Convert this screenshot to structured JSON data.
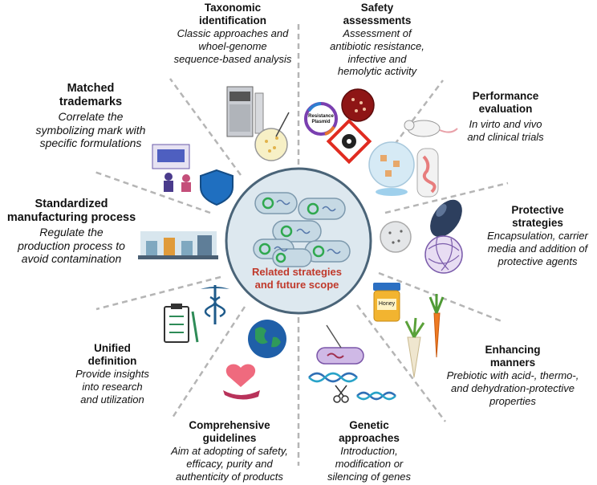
{
  "center": {
    "line1": "Related strategies",
    "line2": "and future scope"
  },
  "labels": {
    "resistance_plasmid": [
      "Resistance",
      "Plasmid"
    ],
    "honey": "Honey"
  },
  "items": [
    {
      "id": "taxonomic",
      "title": [
        "Taxonomic",
        "identification"
      ],
      "desc": [
        "Classic approaches and",
        "whoel-genome",
        "sequence-based analysis"
      ]
    },
    {
      "id": "safety",
      "title": [
        "Safety",
        "assessments"
      ],
      "desc": [
        "Assessment of",
        "antibiotic resistance,",
        "infective and",
        "hemolytic activity"
      ]
    },
    {
      "id": "performance",
      "title": [
        "Performance",
        "evaluation"
      ],
      "desc": [
        "In virto and vivo",
        "and clinical trials"
      ]
    },
    {
      "id": "protective",
      "title": [
        "Protective",
        "strategies"
      ],
      "desc": [
        "Encapsulation, carrier",
        "media and addition of",
        "protective agents"
      ]
    },
    {
      "id": "enhancing",
      "title": [
        "Enhancing",
        "manners"
      ],
      "desc": [
        "Prebiotic with acid-, thermo-,",
        "and dehydration-protective",
        "properties"
      ]
    },
    {
      "id": "genetic",
      "title": [
        "Genetic",
        "approaches"
      ],
      "desc": [
        "Introduction,",
        "modification or",
        "silencing of genes"
      ]
    },
    {
      "id": "guidelines",
      "title": [
        "Comprehensive",
        "guidelines"
      ],
      "desc": [
        "Aim at adopting of safety,",
        "efficacy, purity and",
        "authenticity of products"
      ]
    },
    {
      "id": "unified",
      "title": [
        "Unified",
        "definition"
      ],
      "desc": [
        "Provide insights",
        "into research",
        "and utilization"
      ]
    },
    {
      "id": "manufacturing",
      "title": [
        "Standardized",
        "manufacturing process"
      ],
      "desc": [
        "Regulate the",
        "production process to",
        "avoid contamination"
      ]
    },
    {
      "id": "trademarks",
      "title": [
        "Matched",
        "trademarks"
      ],
      "desc": [
        "Correlate  the",
        "symbolizing mark  with",
        "specific formulations"
      ]
    }
  ],
  "colors": {
    "accent_red": "#c0392b",
    "divider": "#b5b5b5",
    "circle_fill": "#dde8ef",
    "circle_stroke": "#4a6478",
    "bacteria_fill": "#c6d9e4",
    "green": "#2fa84f"
  }
}
